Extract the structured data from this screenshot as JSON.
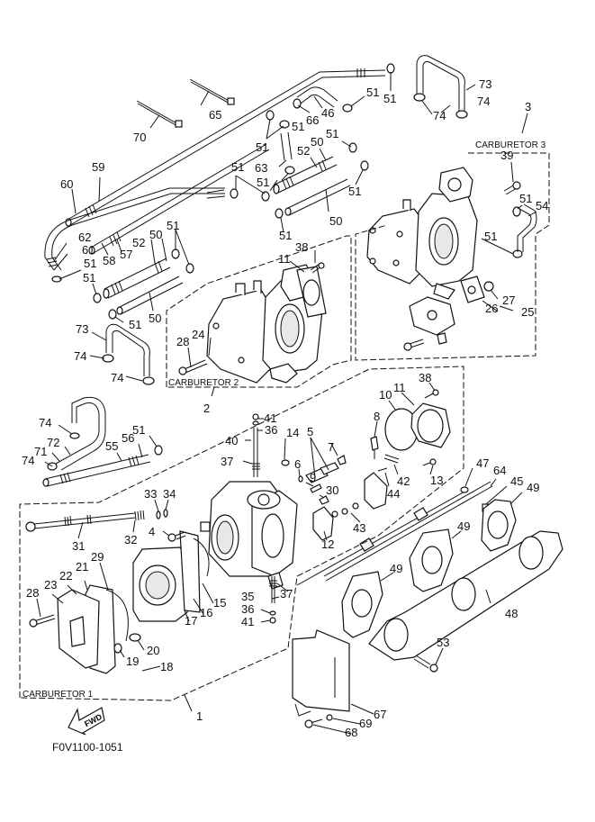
{
  "diagram": {
    "title_code": "F0V1100-1051",
    "fwd_label": "FWD",
    "groups": [
      {
        "id": "carb1",
        "label": "CARBURETOR 1",
        "ref": "1"
      },
      {
        "id": "carb2",
        "label": "CARBURETOR 2",
        "ref": "2"
      },
      {
        "id": "carb3",
        "label": "CARBURETOR 3",
        "ref": "3"
      }
    ],
    "callouts": [
      {
        "n": "65"
      },
      {
        "n": "70"
      },
      {
        "n": "59"
      },
      {
        "n": "60"
      },
      {
        "n": "51"
      },
      {
        "n": "63"
      },
      {
        "n": "51"
      },
      {
        "n": "51"
      },
      {
        "n": "66"
      },
      {
        "n": "46"
      },
      {
        "n": "51"
      },
      {
        "n": "51"
      },
      {
        "n": "73"
      },
      {
        "n": "74"
      },
      {
        "n": "74"
      },
      {
        "n": "3"
      },
      {
        "n": "39"
      },
      {
        "n": "51"
      },
      {
        "n": "54"
      },
      {
        "n": "52"
      },
      {
        "n": "50"
      },
      {
        "n": "51"
      },
      {
        "n": "51"
      },
      {
        "n": "50"
      },
      {
        "n": "51"
      },
      {
        "n": "51"
      },
      {
        "n": "62"
      },
      {
        "n": "61"
      },
      {
        "n": "51"
      },
      {
        "n": "58"
      },
      {
        "n": "57"
      },
      {
        "n": "52"
      },
      {
        "n": "50"
      },
      {
        "n": "51"
      },
      {
        "n": "51"
      },
      {
        "n": "50"
      },
      {
        "n": "51"
      },
      {
        "n": "38"
      },
      {
        "n": "11"
      },
      {
        "n": "73"
      },
      {
        "n": "74"
      },
      {
        "n": "74"
      },
      {
        "n": "28"
      },
      {
        "n": "24"
      },
      {
        "n": "2"
      },
      {
        "n": "51"
      },
      {
        "n": "27"
      },
      {
        "n": "26"
      },
      {
        "n": "25"
      },
      {
        "n": "38"
      },
      {
        "n": "10"
      },
      {
        "n": "11"
      },
      {
        "n": "8"
      },
      {
        "n": "41"
      },
      {
        "n": "36"
      },
      {
        "n": "40"
      },
      {
        "n": "14"
      },
      {
        "n": "5"
      },
      {
        "n": "7"
      },
      {
        "n": "37"
      },
      {
        "n": "6"
      },
      {
        "n": "9"
      },
      {
        "n": "30"
      },
      {
        "n": "42"
      },
      {
        "n": "13"
      },
      {
        "n": "44"
      },
      {
        "n": "43"
      },
      {
        "n": "12"
      },
      {
        "n": "74"
      },
      {
        "n": "72"
      },
      {
        "n": "71"
      },
      {
        "n": "74"
      },
      {
        "n": "55"
      },
      {
        "n": "56"
      },
      {
        "n": "51"
      },
      {
        "n": "33"
      },
      {
        "n": "34"
      },
      {
        "n": "4"
      },
      {
        "n": "31"
      },
      {
        "n": "32"
      },
      {
        "n": "47"
      },
      {
        "n": "64"
      },
      {
        "n": "45"
      },
      {
        "n": "49"
      },
      {
        "n": "49"
      },
      {
        "n": "49"
      },
      {
        "n": "21"
      },
      {
        "n": "29"
      },
      {
        "n": "22"
      },
      {
        "n": "23"
      },
      {
        "n": "28"
      },
      {
        "n": "15"
      },
      {
        "n": "16"
      },
      {
        "n": "17"
      },
      {
        "n": "35"
      },
      {
        "n": "37"
      },
      {
        "n": "36"
      },
      {
        "n": "41"
      },
      {
        "n": "20"
      },
      {
        "n": "19"
      },
      {
        "n": "18"
      },
      {
        "n": "48"
      },
      {
        "n": "53"
      },
      {
        "n": "67"
      },
      {
        "n": "69"
      },
      {
        "n": "68"
      },
      {
        "n": "1"
      }
    ]
  }
}
